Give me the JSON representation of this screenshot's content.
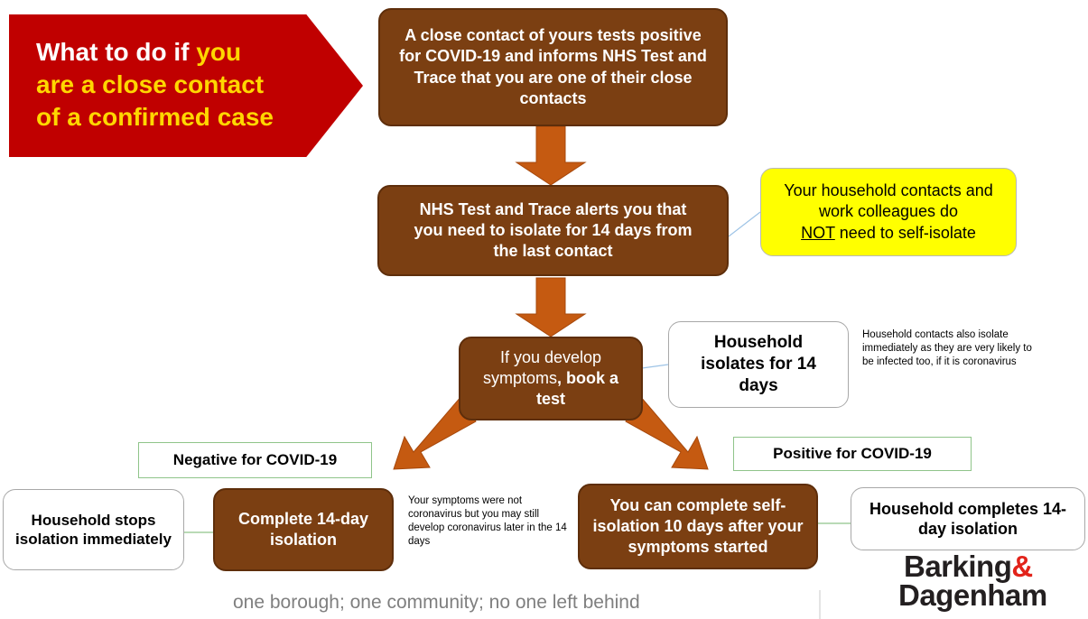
{
  "banner": {
    "line1_a": "What to do if ",
    "line1_b": "you",
    "line2": "are a close contact",
    "line3": "of a confirmed case",
    "colors": {
      "background": "#c00000",
      "text": "#ffffff",
      "highlight": "#ffd700"
    }
  },
  "steps": {
    "close_contact": "A close contact of yours tests positive for COVID-19 and informs NHS Test and Trace that you are one of their close contacts",
    "alert": "NHS Test and Trace alerts you that you need to isolate for 14 days from the last contact",
    "symptoms_a": "If you develop symptoms",
    "symptoms_b": ", book a test",
    "negative_isolation": "Complete 14-day isolation",
    "positive_isolation": "You can complete self-isolation 10 days after your symptoms started"
  },
  "household_note": {
    "line1": "Your household contacts and work colleagues do",
    "not": "NOT",
    "line2": " need to self-isolate"
  },
  "household": {
    "isolates": "Household isolates for 14 days",
    "isolates_note": "Household  contacts also isolate immediately as they are very likely to be infected too, if it is coronavirus",
    "stops": "Household stops isolation immediately",
    "completes": "Household completes 14-day isolation"
  },
  "results": {
    "negative": "Negative for COVID-19",
    "positive": "Positive for COVID-19",
    "negative_note": "Your symptoms were not coronavirus but you may still develop coronavirus later in the 14 days"
  },
  "footer": {
    "tagline": "one borough; one community; no one left behind",
    "logo_line1": "Barking",
    "logo_amp": "&",
    "logo_line2": "Dagenham"
  },
  "colors": {
    "step_fill": "#7b3f12",
    "arrow": "#c55a11",
    "note_fill": "#ffff00",
    "result_border": "#8fc48a",
    "logo_amp": "#e2231a"
  }
}
